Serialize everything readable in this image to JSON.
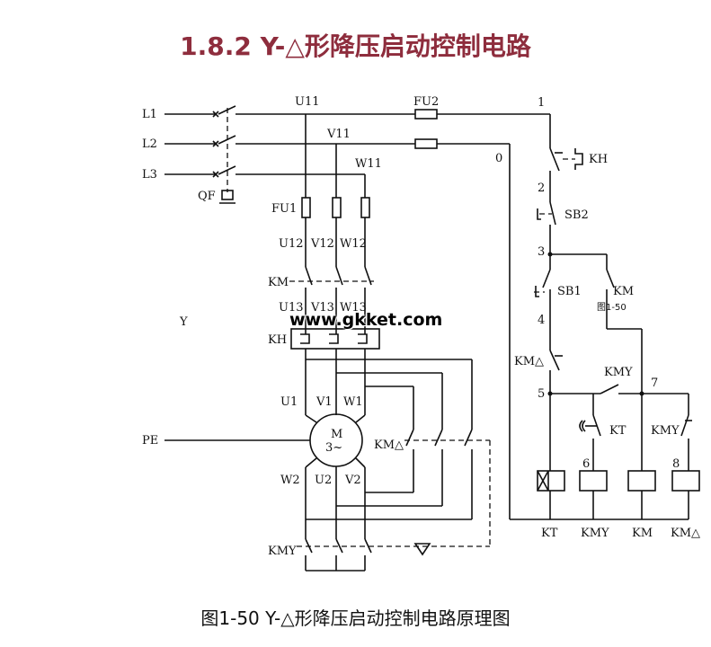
{
  "title": "1.8.2  Y-△形降压启动控制电路",
  "caption": "图1-50  Y-△形降压启动控制电路原理图",
  "watermark": "www.gkket.com",
  "labels": {
    "L1": "L1",
    "L2": "L2",
    "L3": "L3",
    "QF": "QF",
    "PE": "PE",
    "U11": "U11",
    "V11": "V11",
    "W11": "W11",
    "FU1": "FU1",
    "FU2": "FU2",
    "U12": "U12",
    "V12": "V12",
    "W12": "W12",
    "KM": "KM",
    "U13": "U13",
    "V13": "V13",
    "W13": "W13",
    "KH": "KH",
    "U1": "U1",
    "V1": "V1",
    "W1": "W1",
    "W2": "W2",
    "U2": "U2",
    "V2": "V2",
    "M": "M",
    "M3": "3~",
    "KM_D_main": "KM△",
    "KM_Y_main": "KMY",
    "Y_stray": "Y",
    "n0": "0",
    "n1": "1",
    "n2": "2",
    "n3": "3",
    "n4": "4",
    "n5": "5",
    "n6": "6",
    "n7": "7",
    "n8": "8",
    "KH_c": "KH",
    "SB2": "SB2",
    "SB1": "SB1",
    "KM_c": "KM",
    "fig_small": "图1-50",
    "KM_D_c": "KM△",
    "KM_Y_c": "KMY",
    "KT_c": "KT",
    "KM_Y_c2": "KMY",
    "coil_KT": "KT",
    "coil_KMY": "KMY",
    "coil_KM": "KM",
    "coil_KMD": "KM△"
  }
}
